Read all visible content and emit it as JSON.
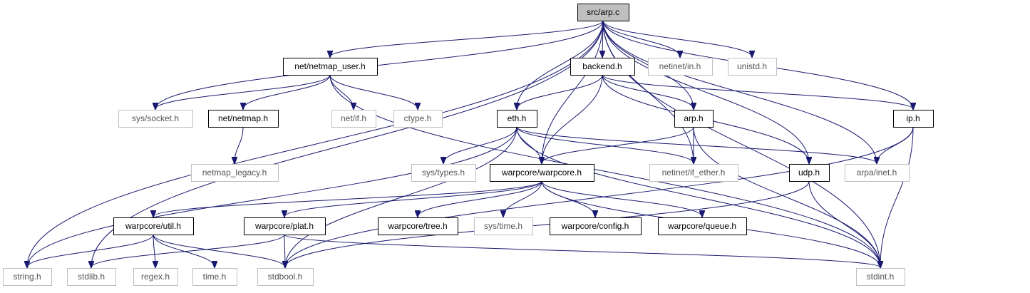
{
  "nodes": [
    {
      "id": "arp_c",
      "label": "src/arp.c",
      "kind": "root"
    },
    {
      "id": "netmap_user",
      "label": "net/netmap_user.h",
      "kind": "doc"
    },
    {
      "id": "backend",
      "label": "backend.h",
      "kind": "doc"
    },
    {
      "id": "netinet_in",
      "label": "netinet/in.h",
      "kind": "ext"
    },
    {
      "id": "unistd",
      "label": "unistd.h",
      "kind": "ext"
    },
    {
      "id": "sys_socket",
      "label": "sys/socket.h",
      "kind": "ext"
    },
    {
      "id": "net_netmap",
      "label": "net/netmap.h",
      "kind": "doc"
    },
    {
      "id": "net_if",
      "label": "net/if.h",
      "kind": "ext"
    },
    {
      "id": "ctype",
      "label": "ctype.h",
      "kind": "ext"
    },
    {
      "id": "eth",
      "label": "eth.h",
      "kind": "doc"
    },
    {
      "id": "arp_h",
      "label": "arp.h",
      "kind": "doc"
    },
    {
      "id": "ip",
      "label": "ip.h",
      "kind": "doc"
    },
    {
      "id": "netmap_legacy",
      "label": "netmap_legacy.h",
      "kind": "ext"
    },
    {
      "id": "sys_types",
      "label": "sys/types.h",
      "kind": "ext"
    },
    {
      "id": "warpcore",
      "label": "warpcore/warpcore.h",
      "kind": "doc"
    },
    {
      "id": "if_ether",
      "label": "netinet/if_ether.h",
      "kind": "ext"
    },
    {
      "id": "udp",
      "label": "udp.h",
      "kind": "doc"
    },
    {
      "id": "arpa_inet",
      "label": "arpa/inet.h",
      "kind": "ext"
    },
    {
      "id": "util",
      "label": "warpcore/util.h",
      "kind": "doc"
    },
    {
      "id": "plat",
      "label": "warpcore/plat.h",
      "kind": "doc"
    },
    {
      "id": "tree",
      "label": "warpcore/tree.h",
      "kind": "doc"
    },
    {
      "id": "sys_time",
      "label": "sys/time.h",
      "kind": "ext"
    },
    {
      "id": "config",
      "label": "warpcore/config.h",
      "kind": "doc"
    },
    {
      "id": "queue",
      "label": "warpcore/queue.h",
      "kind": "doc"
    },
    {
      "id": "string",
      "label": "string.h",
      "kind": "ext"
    },
    {
      "id": "stdlib",
      "label": "stdlib.h",
      "kind": "ext"
    },
    {
      "id": "regex",
      "label": "regex.h",
      "kind": "ext"
    },
    {
      "id": "time",
      "label": "time.h",
      "kind": "ext"
    },
    {
      "id": "stdbool",
      "label": "stdbool.h",
      "kind": "ext"
    },
    {
      "id": "stdint",
      "label": "stdint.h",
      "kind": "ext"
    }
  ],
  "edges": [
    [
      "arp_c",
      "netmap_user"
    ],
    [
      "arp_c",
      "backend"
    ],
    [
      "arp_c",
      "netinet_in"
    ],
    [
      "arp_c",
      "unistd"
    ],
    [
      "arp_c",
      "sys_socket"
    ],
    [
      "arp_c",
      "eth"
    ],
    [
      "arp_c",
      "arp_h"
    ],
    [
      "arp_c",
      "ip"
    ],
    [
      "arp_c",
      "warpcore"
    ],
    [
      "arp_c",
      "if_ether"
    ],
    [
      "arp_c",
      "udp"
    ],
    [
      "arp_c",
      "arpa_inet"
    ],
    [
      "arp_c",
      "string"
    ],
    [
      "arp_c",
      "stdlib"
    ],
    [
      "arp_c",
      "stdint"
    ],
    [
      "netmap_user",
      "sys_socket"
    ],
    [
      "netmap_user",
      "net_netmap"
    ],
    [
      "netmap_user",
      "net_if"
    ],
    [
      "netmap_user",
      "ctype"
    ],
    [
      "netmap_user",
      "stdint"
    ],
    [
      "net_netmap",
      "netmap_legacy"
    ],
    [
      "backend",
      "eth"
    ],
    [
      "backend",
      "arp_h"
    ],
    [
      "backend",
      "ip"
    ],
    [
      "backend",
      "udp"
    ],
    [
      "backend",
      "warpcore"
    ],
    [
      "eth",
      "warpcore"
    ],
    [
      "eth",
      "sys_types"
    ],
    [
      "eth",
      "if_ether"
    ],
    [
      "eth",
      "arpa_inet"
    ],
    [
      "eth",
      "string"
    ],
    [
      "eth",
      "stdbool"
    ],
    [
      "eth",
      "stdint"
    ],
    [
      "arp_h",
      "warpcore"
    ],
    [
      "arp_h",
      "if_ether"
    ],
    [
      "arp_h",
      "stdint"
    ],
    [
      "ip",
      "arpa_inet"
    ],
    [
      "ip",
      "stdbool"
    ],
    [
      "ip",
      "stdint"
    ],
    [
      "udp",
      "stdbool"
    ],
    [
      "udp",
      "stdint"
    ],
    [
      "warpcore",
      "util"
    ],
    [
      "warpcore",
      "plat"
    ],
    [
      "warpcore",
      "tree"
    ],
    [
      "warpcore",
      "sys_time"
    ],
    [
      "warpcore",
      "config"
    ],
    [
      "warpcore",
      "queue"
    ],
    [
      "warpcore",
      "stdint"
    ],
    [
      "util",
      "string"
    ],
    [
      "util",
      "regex"
    ],
    [
      "util",
      "time"
    ],
    [
      "util",
      "stdbool"
    ],
    [
      "plat",
      "stdlib"
    ],
    [
      "plat",
      "stdbool"
    ],
    [
      "plat",
      "stdint"
    ]
  ]
}
